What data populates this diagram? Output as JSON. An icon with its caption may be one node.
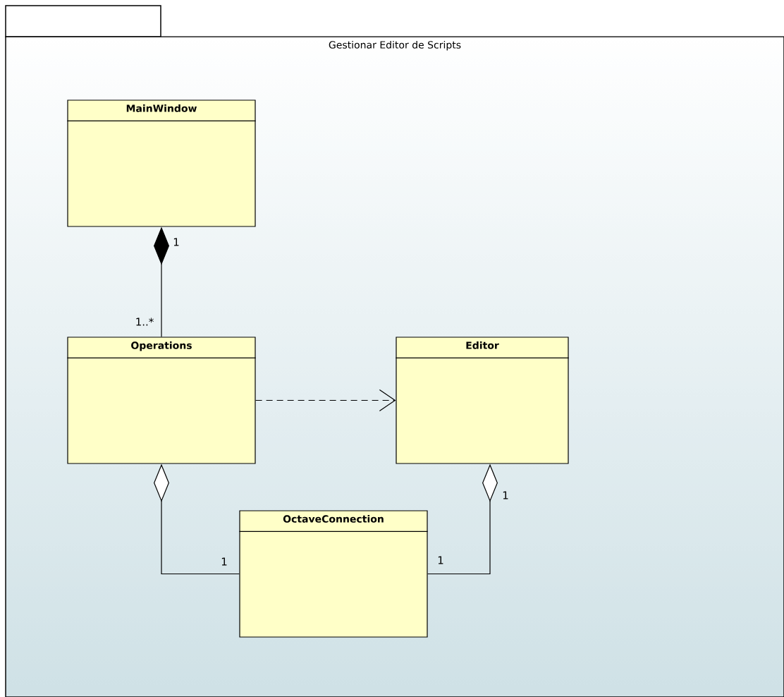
{
  "diagram": {
    "nodes": [
      {
        "text": [
          "Gestionar Editor de Scripts"
        ]
      },
      {
        "text": [
          "MainWindow"
        ],
        "in": 0
      },
      {
        "text": [
          "Operations"
        ],
        "in": 0
      },
      {
        "text": [
          "Editor"
        ],
        "in": 0
      },
      {
        "text": [
          "OctaveConnection"
        ],
        "in": 0
      }
    ],
    "edges": [
      {
        "from": 2,
        "to": 1,
        "arrow": "other"
      },
      {
        "from": 2,
        "to": 3,
        "arrow": "to",
        "style": "dashed"
      },
      {
        "from": 4,
        "to": 2,
        "arrow": "other"
      },
      {
        "from": 4,
        "to": 3,
        "arrow": "other"
      }
    ],
    "labels": [
      "1",
      "1..*",
      "1",
      "1",
      "1"
    ]
  }
}
